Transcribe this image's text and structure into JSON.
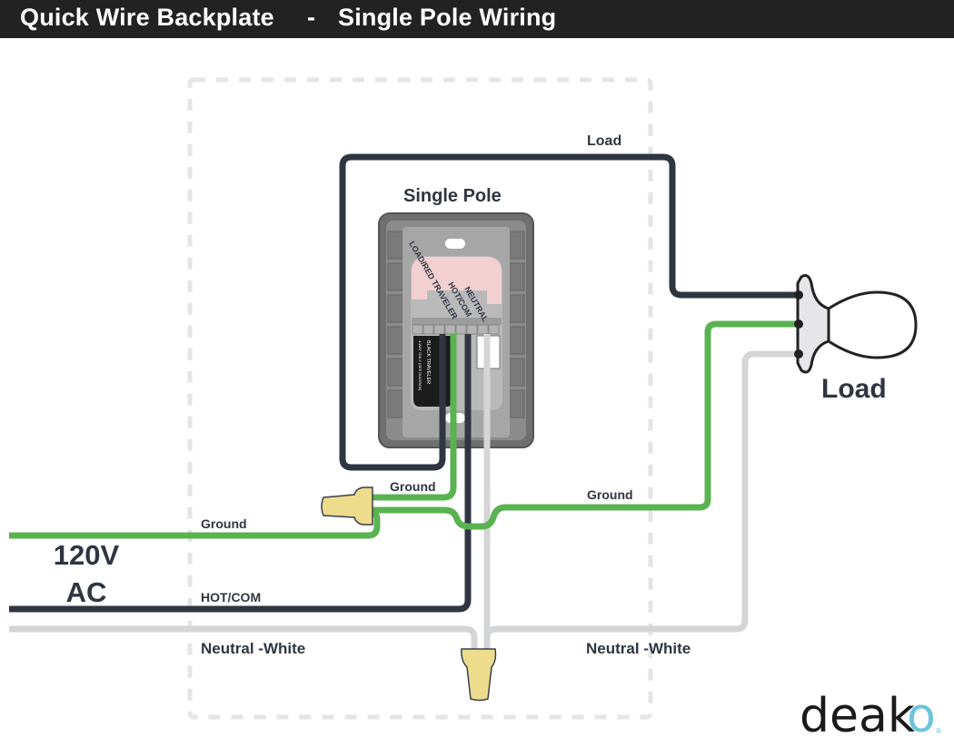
{
  "header": {
    "title_left": "Quick Wire Backplate",
    "separator": "-",
    "title_right": "Single Pole Wiring"
  },
  "device": {
    "label": "Single Pole",
    "terminals": [
      "LOAD/RED TRAVELER",
      "HOT/COM",
      "NEUTRAL"
    ],
    "black_label_line1": "BLACK TRAVELER",
    "black_label_line2": "4-WAY ONLY (SEE DIAGRAM)"
  },
  "source": {
    "voltage_line1": "120V",
    "voltage_line2": "AC"
  },
  "wire_labels": {
    "load_top": "Load",
    "ground_left": "Ground",
    "ground_device": "Ground",
    "ground_right": "Ground",
    "hot": "HOT/COM",
    "neutral_left": "Neutral -White",
    "neutral_right": "Neutral -White"
  },
  "load_fixture": {
    "label": "Load"
  },
  "brand": {
    "name_main": "deak",
    "name_accent": "o",
    "registered": "®",
    "accent_color": "#6cc4dc"
  },
  "colors": {
    "hot_black": "#2f3641",
    "ground_green": "#5ab250",
    "neutral_white": "#d4d5d6",
    "wire_nut": "#ecdc8c",
    "box_dash": "#e4e5e7",
    "title_bg": "#222222"
  }
}
